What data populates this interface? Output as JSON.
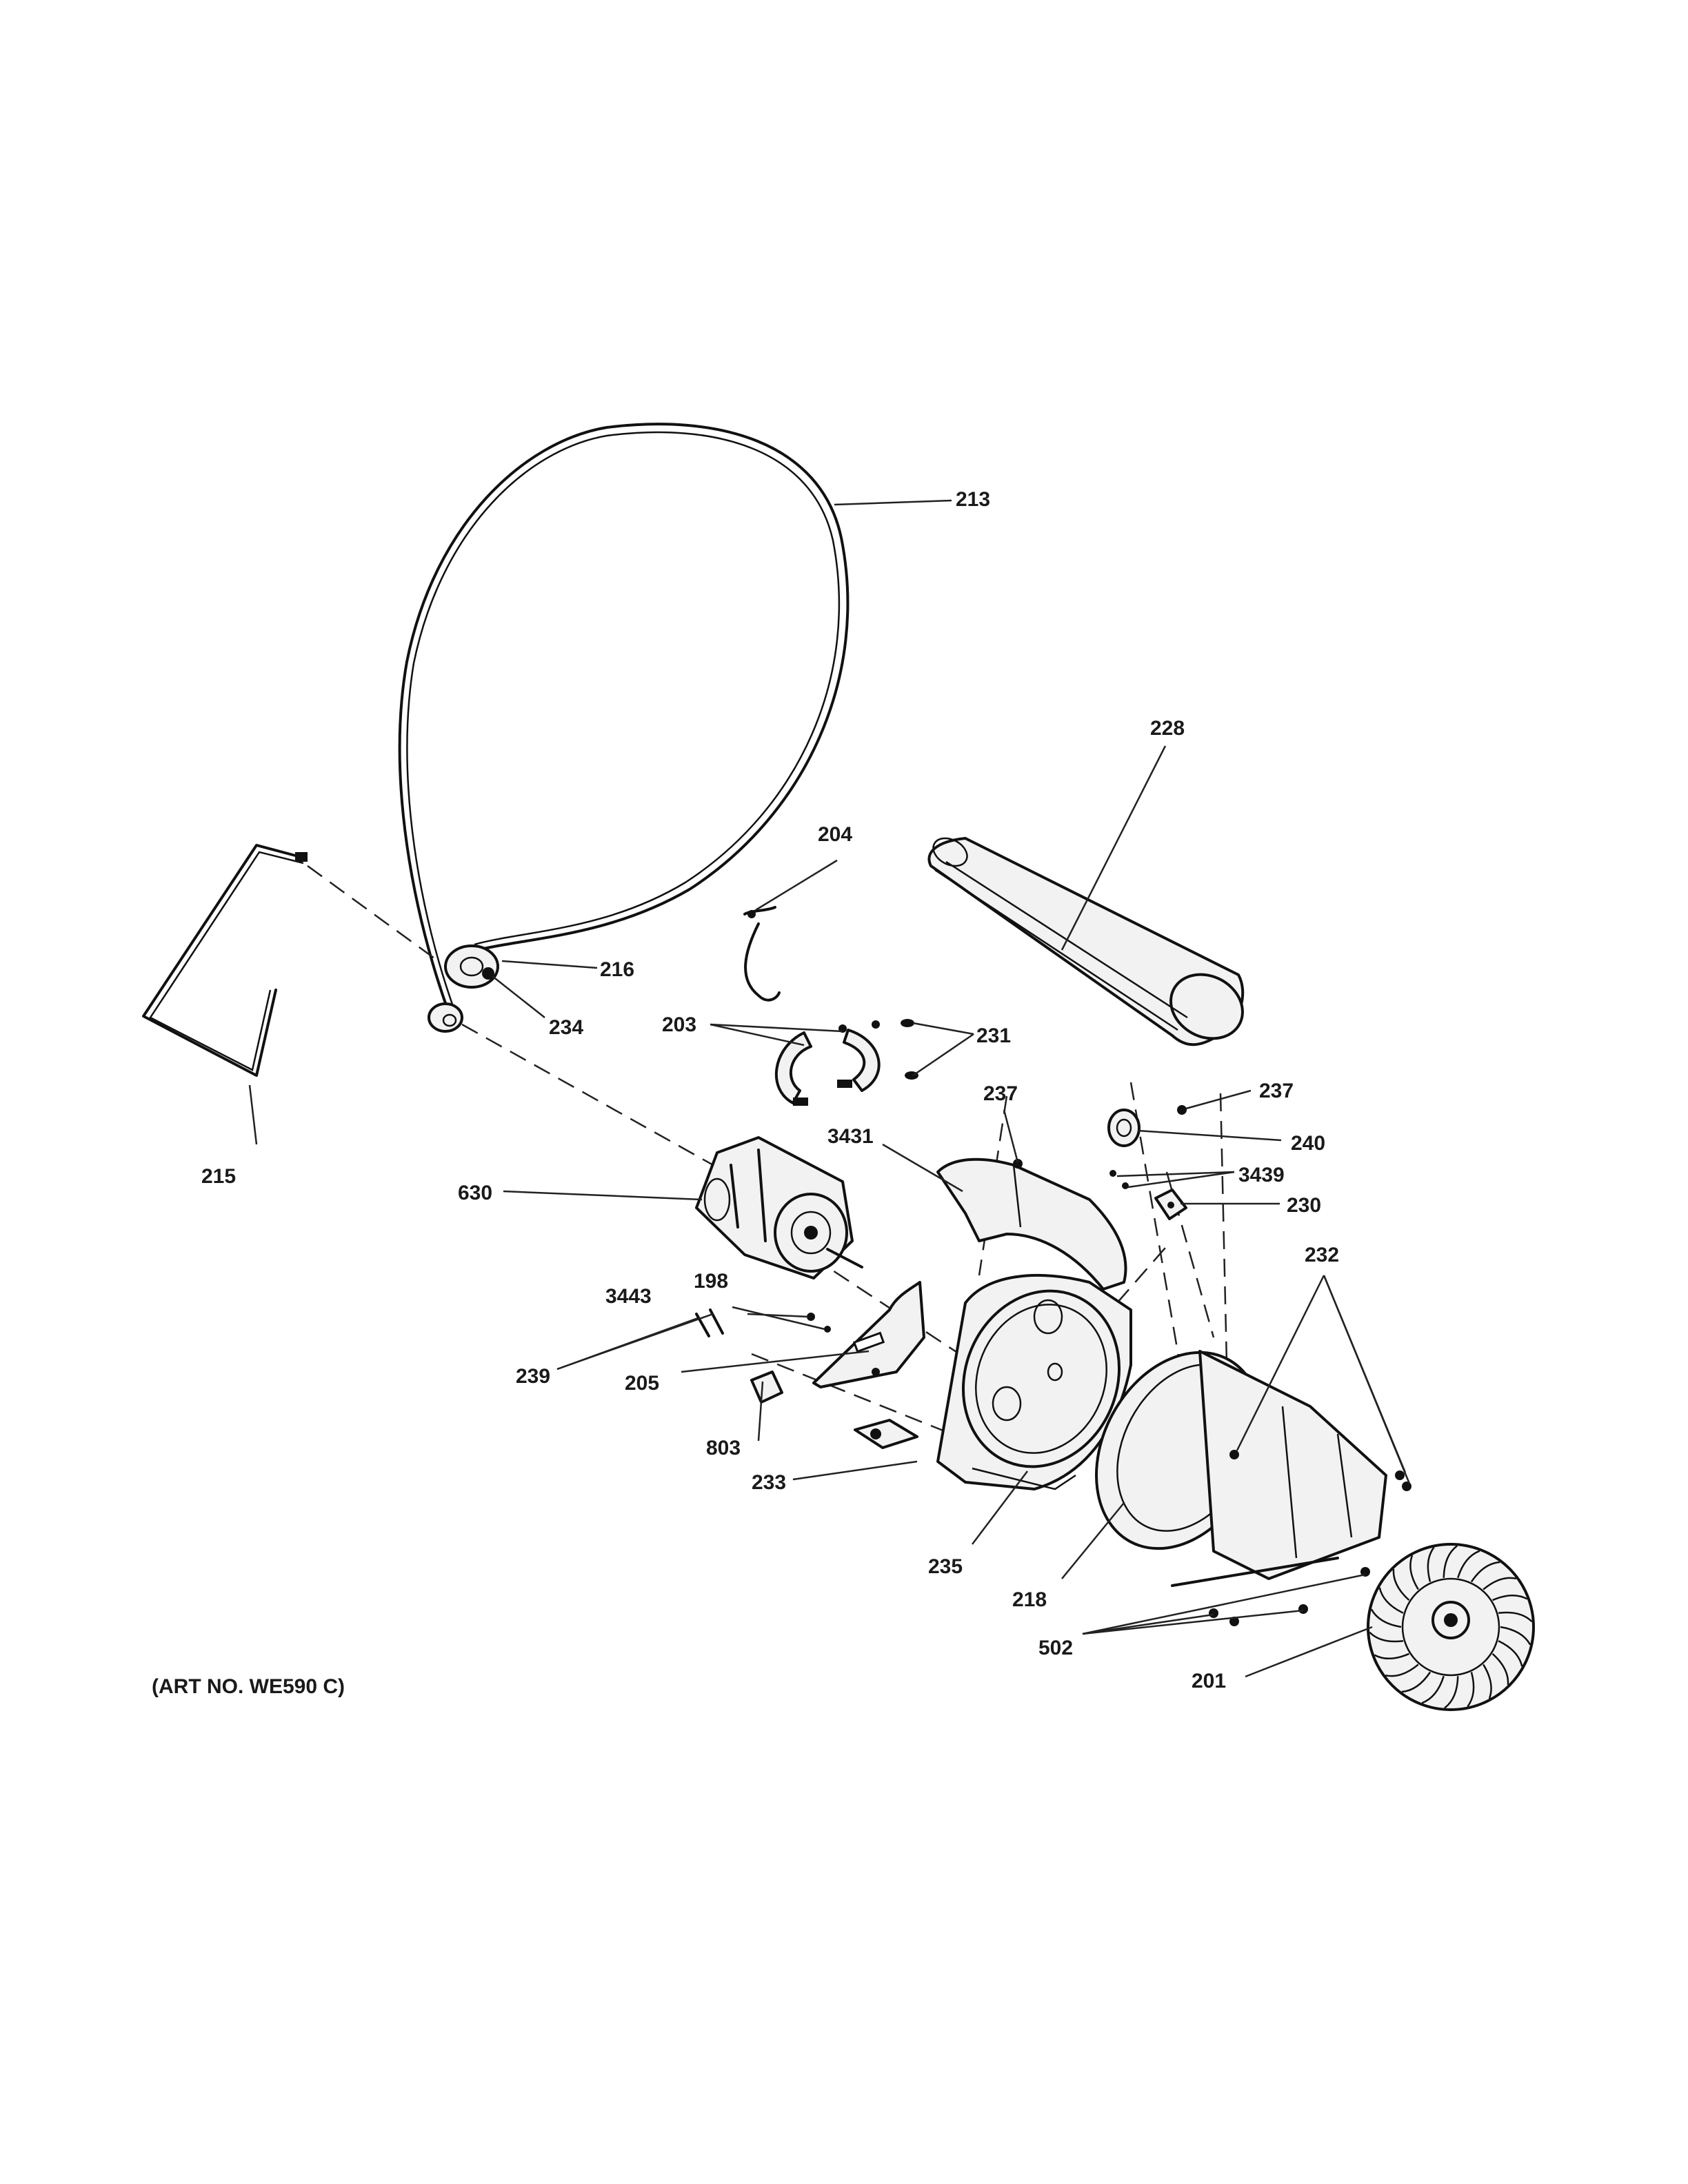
{
  "diagram": {
    "art_number": "(ART NO. WE590 C)",
    "labels": {
      "p213": "213",
      "p228": "228",
      "p204": "204",
      "p216": "216",
      "p234": "234",
      "p203": "203",
      "p231": "231",
      "p215": "215",
      "p237a": "237",
      "p237b": "237",
      "p240": "240",
      "p3431": "3431",
      "p3439": "3439",
      "p630": "630",
      "p230": "230",
      "p232": "232",
      "p3443": "3443",
      "p198": "198",
      "p239": "239",
      "p205": "205",
      "p803": "803",
      "p233": "233",
      "p235": "235",
      "p218": "218",
      "p502": "502",
      "p201": "201"
    }
  }
}
